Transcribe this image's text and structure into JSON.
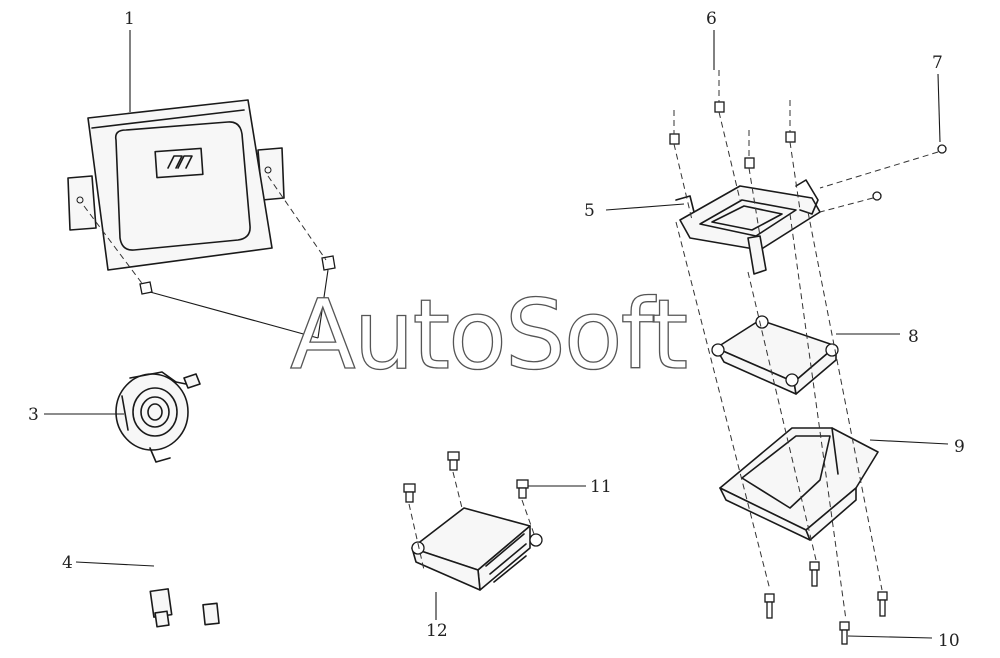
{
  "watermark": "AutoSoft",
  "callouts": [
    {
      "id": "1",
      "label": "1"
    },
    {
      "id": "3",
      "label": "3"
    },
    {
      "id": "4",
      "label": "4"
    },
    {
      "id": "5",
      "label": "5"
    },
    {
      "id": "6",
      "label": "6"
    },
    {
      "id": "7",
      "label": "7"
    },
    {
      "id": "8",
      "label": "8"
    },
    {
      "id": "9",
      "label": "9"
    },
    {
      "id": "10",
      "label": "10"
    },
    {
      "id": "11",
      "label": "11"
    },
    {
      "id": "12",
      "label": "12"
    }
  ],
  "parts": {
    "p1": "airbag-module",
    "p3": "clock-spring",
    "p4": "wire-harness",
    "p5": "mounting-bracket",
    "p6": "nut",
    "p7": "screw",
    "p8": "control-unit",
    "p9": "tray",
    "p10": "bolt",
    "p11": "bolt",
    "p12": "sensor-module"
  }
}
